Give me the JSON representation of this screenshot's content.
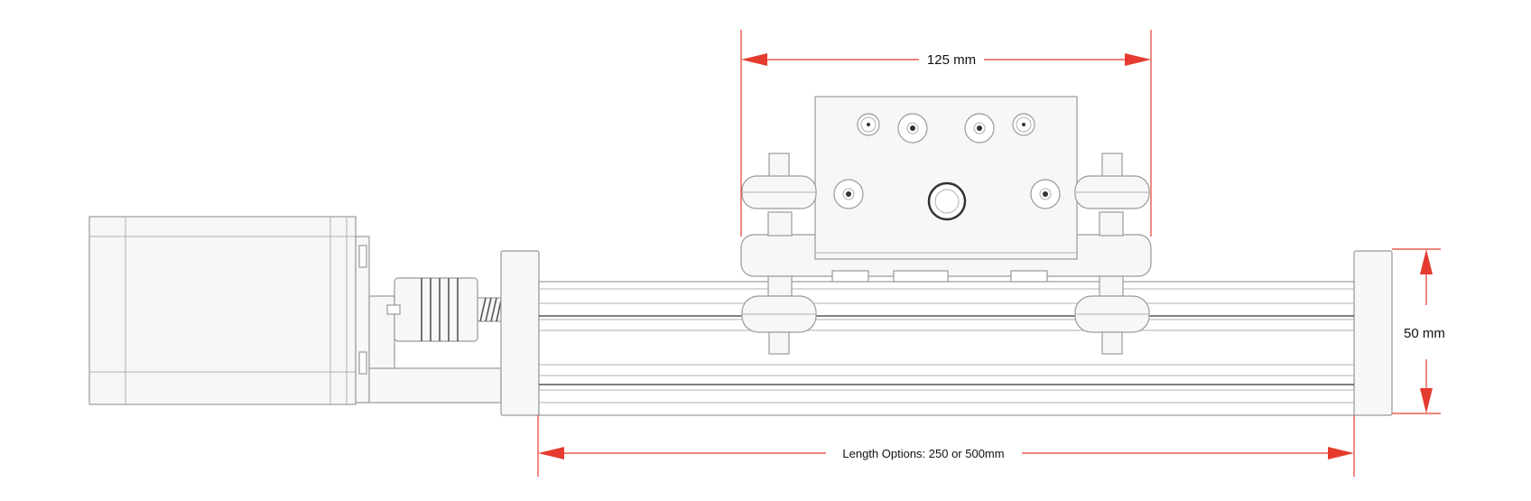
{
  "dimensions": {
    "carriage_width": "125 mm",
    "rail_height": "50 mm",
    "rail_length": "Length Options: 250 or 500mm"
  },
  "colors": {
    "dimension_line": "#e53b2e",
    "part_outline": "#9a9a9a",
    "part_fill": "#f7f7f7"
  }
}
